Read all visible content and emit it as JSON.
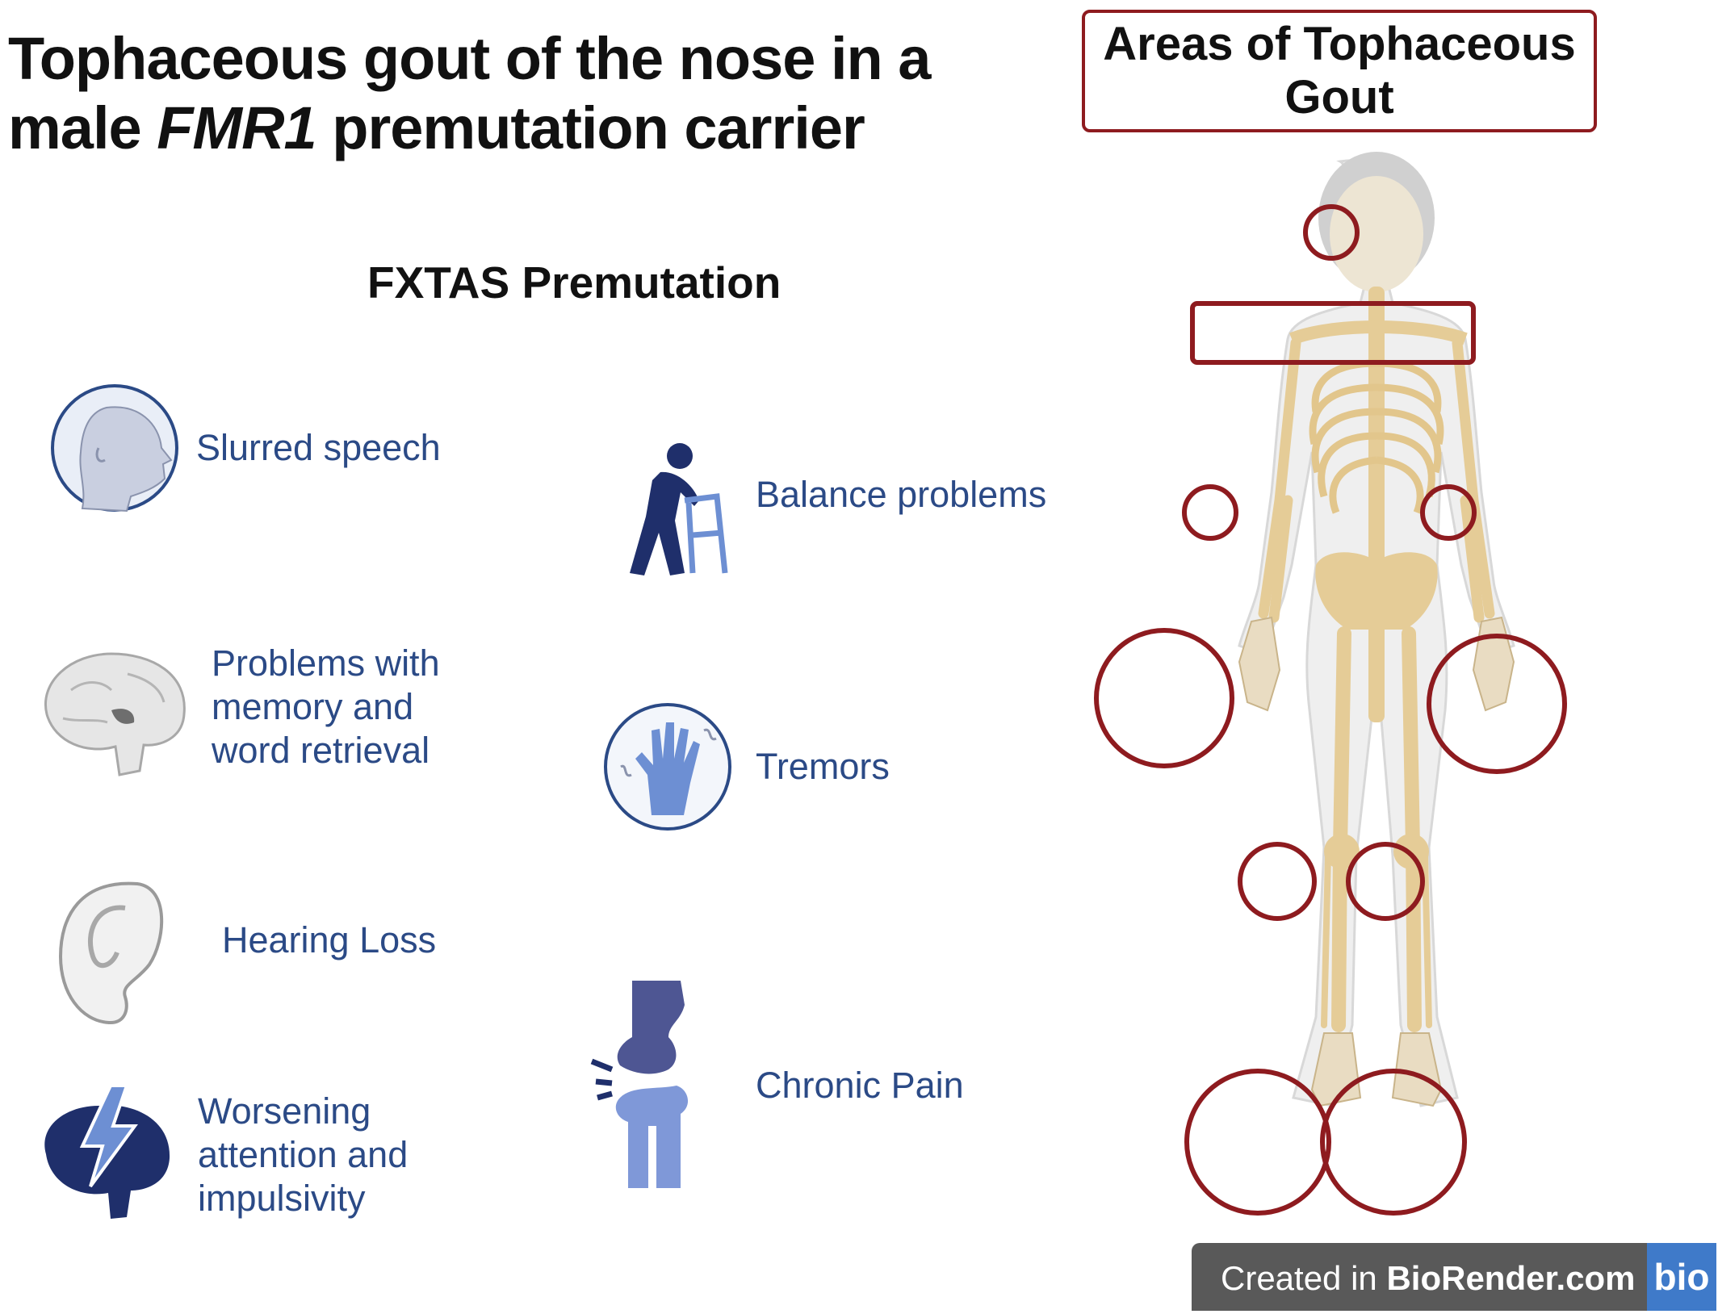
{
  "title": {
    "line1": "Tophaceous gout of the nose in a",
    "line2_prefix": "male ",
    "line2_gene": "FMR1",
    "line2_suffix": " premutation carrier"
  },
  "subtitle": "FXTAS Premutation",
  "symptoms": {
    "slurred_speech": "Slurred speech",
    "memory_l1": "Problems with",
    "memory_l2": "memory and",
    "memory_l3": "word retrieval",
    "hearing": "Hearing Loss",
    "attention_l1": "Worsening",
    "attention_l2": "attention and",
    "attention_l3": "impulsivity",
    "balance": "Balance problems",
    "tremors": "Tremors",
    "pain": "Chronic Pain"
  },
  "areas": {
    "title": "Areas of Tophaceous Gout"
  },
  "icons": [
    "head-profile-icon",
    "brain-icon",
    "ear-icon",
    "brain-lightning-icon",
    "walker-person-icon",
    "hand-tremor-icon",
    "knee-joint-icon",
    "skeleton-figure"
  ],
  "colors": {
    "text_blue": "#2b4a86",
    "circle_red": "#8e1b1f",
    "bone": "#ecd3a0",
    "badge_bg": "#595959",
    "logo_bg": "#3f7ac9"
  },
  "badge": {
    "prefix": "Created in ",
    "brand": "BioRender.com",
    "logo": "bio"
  }
}
